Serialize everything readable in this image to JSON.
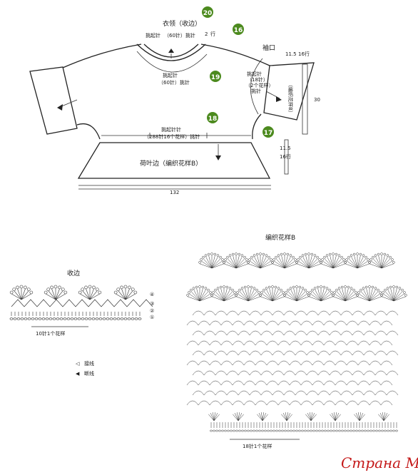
{
  "colors": {
    "marker_green": "#4c8a1e",
    "marker_text": "#ffffff",
    "watermark": "#c41818",
    "line": "#222222"
  },
  "top": {
    "collar_title": "衣领（收边）",
    "collar_pick": "挑起针",
    "collar_count": "（60针）挑针",
    "collar_pick2": "挑起针",
    "collar_count2": "（60针）挑针",
    "collar_rows": "2",
    "collar_rows_unit": "行",
    "sleeve_title": "袖口",
    "sleeve_pattern": "（编织花样B）",
    "sleeve_pick": "挑起针",
    "sleeve_count": "（18针）",
    "sleeve_count2": "（2个花样）",
    "sleeve_pick_suffix": "挑针",
    "sleeve_dims": "11.5",
    "sleeve_rows": "16行",
    "sleeve_width": "30",
    "body_pick": "挑起针针",
    "body_count": "（288针16个花样）挑针",
    "ruffle_label": "荷叶边（编织花样B）",
    "ruffle_dims": "11.5",
    "ruffle_rows": "16行",
    "bottom_width": "132",
    "markers": [
      "20",
      "16",
      "19",
      "18",
      "17"
    ]
  },
  "edge": {
    "title": "收边",
    "repeat": "10针1个花样",
    "rows": [
      "①",
      "②",
      "③",
      "④"
    ],
    "legend": [
      {
        "symbol": "◁",
        "text": "接线"
      },
      {
        "symbol": "◀",
        "text": "断线"
      }
    ]
  },
  "patternB": {
    "title": "编织花样B",
    "repeat": "18针1个花样"
  },
  "watermark": "Страна Мам"
}
